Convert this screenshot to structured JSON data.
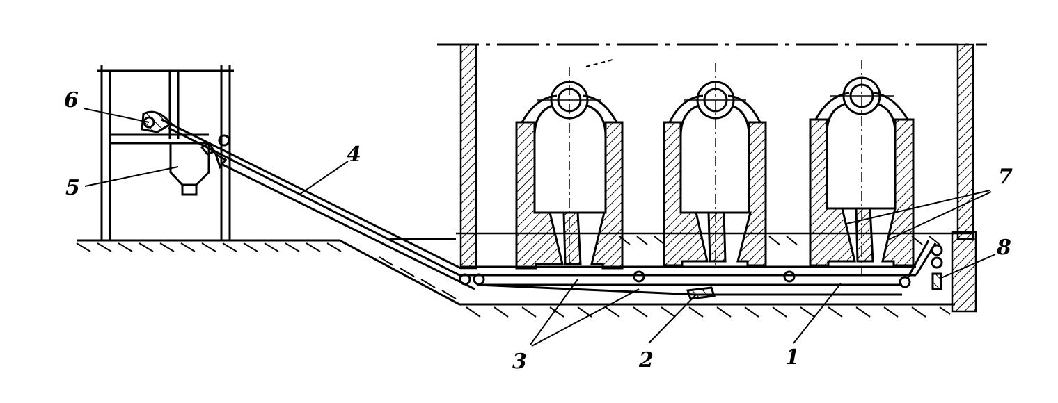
{
  "diagram": {
    "labels": {
      "one": "1",
      "two": "2",
      "three": "3",
      "four": "4",
      "five": "5",
      "six": "6",
      "seven": "7",
      "eight": "8"
    },
    "ink_color": "#000000",
    "paper_color": "#ffffff"
  }
}
